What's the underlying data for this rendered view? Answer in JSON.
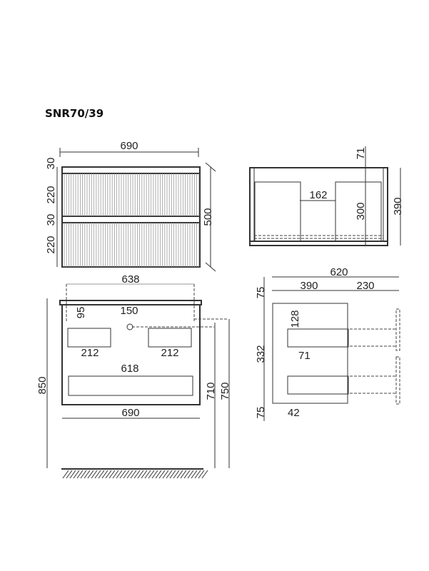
{
  "title": "SNR70/39",
  "front_view": {
    "width": "690",
    "height": "500",
    "top_gap": "30",
    "drawer1": "220",
    "mid_gap": "30",
    "drawer2": "220"
  },
  "side_top_view": {
    "depth": "390",
    "top_offset": "71",
    "inner_height": "300",
    "drawer_gap": "162"
  },
  "front_open_view": {
    "top_width": "638",
    "hole_offset": "95",
    "hole_spacing": "150",
    "handle_left": "212",
    "handle_right": "212",
    "bottom_width": "618",
    "width": "690",
    "total_height": "850",
    "height_710": "710",
    "height_750": "750"
  },
  "side_view": {
    "total_depth": "620",
    "body_depth": "390",
    "extension": "230",
    "top_margin": "75",
    "inner_height": "332",
    "bottom_margin": "75",
    "handle_depth": "128",
    "front_offset": "71",
    "plinth": "42"
  }
}
